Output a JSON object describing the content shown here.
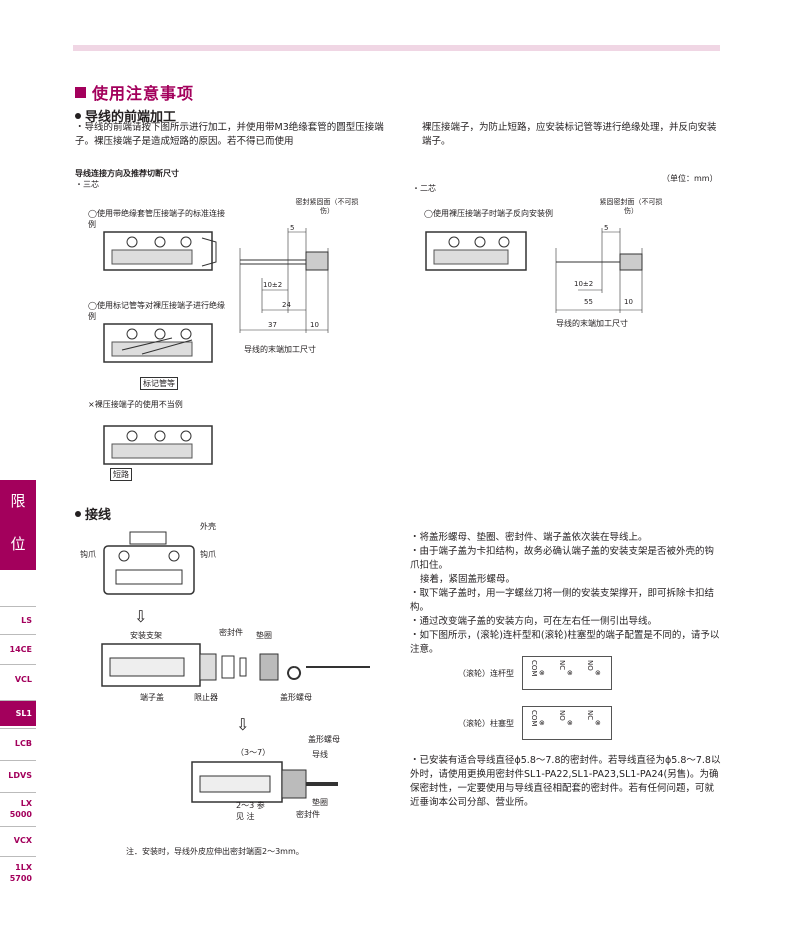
{
  "section_title": "使用注意事项",
  "sub1": {
    "title": "导线的前端加工",
    "text_left": "・导线的前端请按下图所示进行加工，并使用带M3绝缘套管的圆型压接端子。裸压接端子是造成短路的原因。若不得已而使用",
    "text_right": "裸压接端子，为防止短路，应安装标记管等进行绝缘处理，并反向安装端子。"
  },
  "fig1": {
    "caption": "导线连接方向及推荐切断尺寸",
    "three_core": "・三芯",
    "two_core": "・二芯",
    "unit": "（单位：mm）",
    "ex1": "◯使用带绝缘套管压接端子的标准连接例",
    "ex2": "◯使用标记管等对裸压接端子进行绝缘例",
    "ex2_label": "标记管等",
    "ex3": "×裸压接端子的使用不当例",
    "ex3_label": "短路",
    "ex4": "◯使用裸压接端子时端子反向安装例",
    "seal3": "密封紧固面（不可损伤）",
    "seal2": "紧固密封面（不可损伤）",
    "d5": "5",
    "d10pm": "10±2",
    "d24": "24",
    "d37": "37",
    "d10": "10",
    "d55": "55",
    "dim_caption": "导线的末端加工尺寸"
  },
  "sub2": {
    "title": "接线"
  },
  "fig2": {
    "outer_shell": "外壳",
    "hook_l": "钩爪",
    "hook_r": "钩爪",
    "bracket": "安装支架",
    "seal": "密封件",
    "washer": "垫圈",
    "cover": "端子盖",
    "limiter": "限止器",
    "cap_nut": "盖形螺母",
    "cap_nut2": "盖形螺母",
    "wire": "导线",
    "d37": "（3～7）",
    "washer2": "垫圈",
    "seal2": "密封件",
    "ref": "2～3 参见 注",
    "note": "注．安装时，导线外皮应伸出密封端面2～3mm。"
  },
  "wiring_bullets": [
    "・将盖形螺母、垫圈、密封件、端子盖依次装在导线上。",
    "・由于端子盖为卡扣结构，故务必确认端子盖的安装支架是否被外壳的钩爪扣住。",
    "接着，紧固盖形螺母。",
    "・取下端子盖时，用一字螺丝刀将一侧的安装支架撑开，即可拆除卡扣结构。",
    "・通过改变端子盖的安装方向，可在左右任一侧引出导线。",
    "・如下图所示，(滚轮)连杆型和(滚轮)柱塞型的端子配置是不同的，请予以注意。"
  ],
  "terminals": {
    "lever": {
      "label": "（滚轮）连杆型",
      "t": [
        "COM",
        "NC",
        "NO"
      ]
    },
    "plunger": {
      "label": "（滚轮）柱塞型",
      "t": [
        "COM",
        "NO",
        "NC"
      ]
    }
  },
  "seal_note": "・已安装有适合导线直径ϕ5.8～7.8的密封件。若导线直径为ϕ5.8～7.8以外时，请使用更换用密封件SL1-PA22,SL1-PA23,SL1-PA24(另售)。为确保密封性，一定要使用与导线直径相配套的密封件。若有任何问题，可就近垂询本公司分部、营业所。",
  "nav": {
    "top_char1": "限",
    "top_char2": "位",
    "items": [
      "LS",
      "14CE",
      "VCL",
      "SL1",
      "LCB",
      "LDVS",
      "LX 5000",
      "VCX",
      "1LX 5700"
    ]
  },
  "colors": {
    "accent": "#a3005c",
    "bar": "#f0d6e4"
  }
}
